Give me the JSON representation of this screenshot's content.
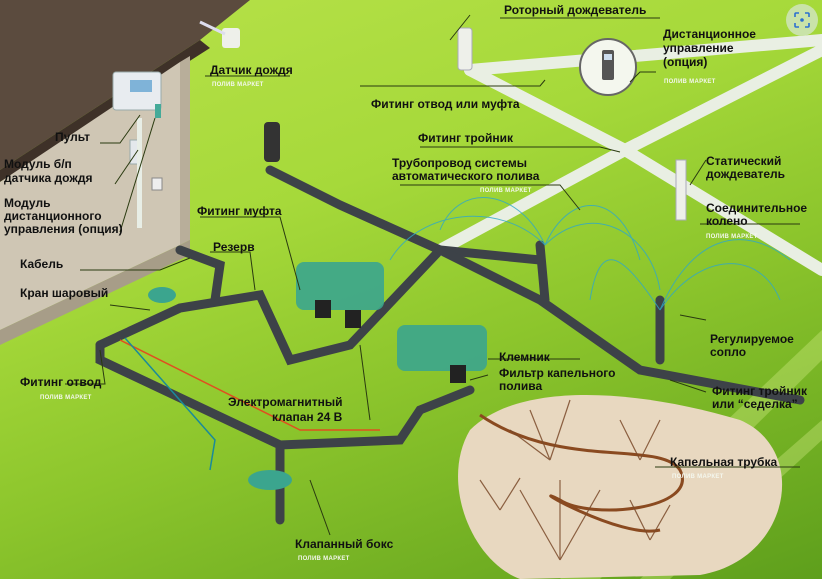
{
  "diagram": {
    "subject": "Automatic irrigation system layout",
    "watermark": "ПОЛИВ МАРКЕТ",
    "colors": {
      "lawn": "#a6d93a",
      "lawn_dark": "#5e9f1c",
      "house_wall": "#cfc6b4",
      "roof": "#5b4b3e",
      "pipe_dark": "#3d4248",
      "pipe_light": "#e8eee0",
      "valve_box_lid": "#3ba58e",
      "spray": "#2fa8c8",
      "drip_bed": "#e8d8c0",
      "drip_tube": "#8a4a20"
    },
    "labels": {
      "controller": "Пульт",
      "rain_sensor_module_1": "Модуль б/п",
      "rain_sensor_module_2": "датчика дождя",
      "remote_module_1": "Модуль",
      "remote_module_2": "дистанционного",
      "remote_module_3": "управления (опция)",
      "cable": "Кабель",
      "ball_valve": "Кран шаровый",
      "fitting_elbow": "Фитинг отвод",
      "rain_sensor": "Датчик дождя",
      "fitting_coupling": "Фитинг муфта",
      "reserve": "Резерв",
      "solenoid_valve_1": "Электромагнитный",
      "solenoid_valve_2": "клапан 24 В",
      "valve_box": "Клапанный бокс",
      "rotor_sprinkler": "Роторный дождеватель",
      "elbow_or_coupling": "Фитинг отвод или муфта",
      "remote_control_1": "Дистанционное",
      "remote_control_2": "управление",
      "remote_control_3": "(опция)",
      "tee_fitting": "Фитинг тройник",
      "pipeline_1": "Трубопровод системы",
      "pipeline_2": "автоматического полива",
      "static_sprinkler_1": "Статический",
      "static_sprinkler_2": "дождеватель",
      "connecting_elbow_1": "Соединительное",
      "connecting_elbow_2": "колено",
      "adjustable_nozzle_1": "Регулируемое",
      "adjustable_nozzle_2": "сопло",
      "tee_or_saddle_1": "Фитинг тройник",
      "tee_or_saddle_2": "или “седелка”",
      "terminal": "Клемник",
      "drip_filter_1": "Фильтр капельного",
      "drip_filter_2": "полива",
      "drip_tube": "Капельная трубка"
    }
  },
  "overlay": {
    "lens_button_icon": "visual-search-icon"
  }
}
